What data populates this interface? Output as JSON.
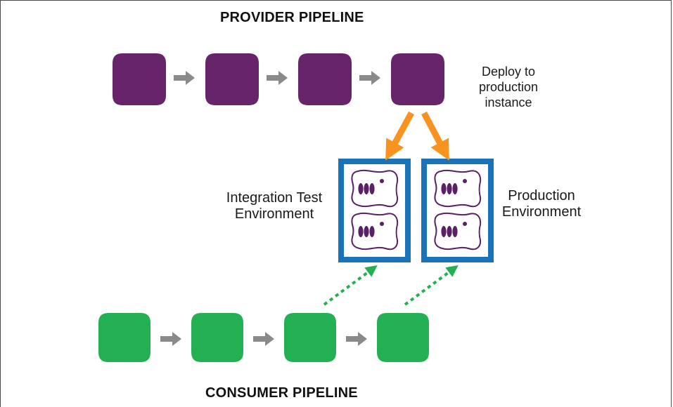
{
  "diagram": {
    "provider_title": "PROVIDER PIPELINE",
    "consumer_title": "CONSUMER PIPELINE",
    "deploy_label": "Deploy to\nproduction\ninstance",
    "integration_label": "Integration Test\nEnvironment",
    "production_label": "Production\nEnvironment"
  },
  "colors": {
    "provider": "#67246a",
    "consumer": "#22b052",
    "arrow_gray": "#8a8a8a",
    "deploy_arrow": "#f7931e",
    "env_border": "#1a73b9",
    "test_arrow": "#22b052",
    "service": "#5b1f66"
  },
  "icons": {
    "stage": "rounded-square",
    "service": "service-instance-icon"
  }
}
